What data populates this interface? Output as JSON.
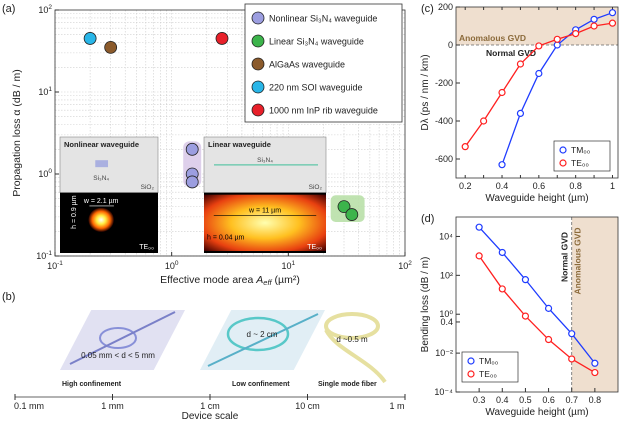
{
  "chart_data": [
    {
      "panel": "(a)",
      "type": "scatter",
      "xlabel": "Effective mode area",
      "xlabel_sym": "A",
      "xlabel_sub": "eff",
      "xlabel_unit": " (µm²)",
      "ylabel": "Propagation loss α (dB / m)",
      "xscale": "log",
      "yscale": "log",
      "xlim": [
        0.1,
        100
      ],
      "ylim": [
        0.1,
        100
      ],
      "xticks": [
        {
          "v": 0.1,
          "b": "10",
          "e": "-1"
        },
        {
          "v": 1,
          "b": "10",
          "e": "0"
        },
        {
          "v": 10,
          "b": "10",
          "e": "1"
        },
        {
          "v": 100,
          "b": "10",
          "e": "2"
        }
      ],
      "yticks": [
        {
          "v": 0.1,
          "b": "10",
          "e": "-1"
        },
        {
          "v": 1,
          "b": "10",
          "e": "0"
        },
        {
          "v": 10,
          "b": "10",
          "e": "1"
        },
        {
          "v": 100,
          "b": "10",
          "e": "2"
        }
      ],
      "series": [
        {
          "name": "Nonlinear Si3N4 waveguide",
          "color": "#9c9ee0",
          "points": [
            [
              1.5,
              2.0
            ],
            [
              1.5,
              1.0
            ],
            [
              1.5,
              0.8
            ]
          ]
        },
        {
          "name": "Linear Si3N4 waveguide",
          "color": "#3cb44b",
          "points": [
            [
              30,
              0.4
            ],
            [
              35,
              0.32
            ]
          ]
        },
        {
          "name": "AlGaAs waveguide",
          "color": "#8b5a2b",
          "points": [
            [
              0.3,
              35
            ]
          ]
        },
        {
          "name": "220 nm SOI waveguide",
          "color": "#29b6e8",
          "points": [
            [
              0.2,
              45
            ]
          ]
        },
        {
          "name": "1000 nm InP rib waveguide",
          "color": "#e8202a",
          "points": [
            [
              2.7,
              45
            ]
          ]
        }
      ],
      "legend_labels": [
        "Nonlinear Si₃N₄ waveguide",
        "Linear Si₃N₄ waveguide",
        "AlGaAs waveguide",
        "220 nm SOI waveguide",
        "1000 nm InP rib waveguide"
      ],
      "legend_loc": "top-right",
      "insets": {
        "nonlinear": {
          "title": "Nonlinear waveguide",
          "core": "Si₃N₄",
          "clad": "SiO₂",
          "w": "w = 2.1 µm",
          "h": "h = 0.9 µm",
          "mode": "TE₀₀"
        },
        "linear": {
          "title": "Linear waveguide",
          "core": "Si₃N₄",
          "clad": "SiO₂",
          "w": "w = 11 µm",
          "h": "h = 0.04 µm",
          "mode": "TE₀₀"
        }
      }
    },
    {
      "panel": "(b)",
      "type": "scale-bar",
      "xlabel": "Device scale",
      "ticks": [
        "0.1 mm",
        "1 mm",
        "1 cm",
        "10 cm",
        "1 m"
      ],
      "items": [
        {
          "caption": "High confinement",
          "size": "0.05 mm < d < 5 mm"
        },
        {
          "caption": "Low confinement",
          "size": "d ~ 2 cm"
        },
        {
          "caption": "Single mode fiber",
          "size": "d ~0.5 m"
        }
      ]
    },
    {
      "panel": "(c)",
      "type": "line",
      "xlabel": "Waveguide height (µm)",
      "ylabel": "Dλ (ps / nm / km)",
      "xlim": [
        0.15,
        1.03
      ],
      "ylim": [
        -700,
        200
      ],
      "xticks": [
        0.2,
        0.3,
        0.4,
        0.5,
        0.6,
        0.7,
        0.8,
        0.9,
        1
      ],
      "xtick_labels": [
        "0.2",
        "0.4",
        "0.6",
        "0.8",
        "1"
      ],
      "yticks": [
        -600,
        -400,
        -200,
        0,
        200
      ],
      "region_top": "Anomalous GVD",
      "region_bottom": "Normal GVD",
      "series": [
        {
          "name": "TM₀₀",
          "color": "#1f3cff",
          "x": [
            0.4,
            0.5,
            0.6,
            0.7,
            0.8,
            0.9,
            1.0
          ],
          "y": [
            -630,
            -360,
            -150,
            0,
            80,
            135,
            170
          ]
        },
        {
          "name": "TE₀₀",
          "color": "#ff2020",
          "x": [
            0.2,
            0.3,
            0.4,
            0.5,
            0.6,
            0.7,
            0.8,
            0.9,
            1.0
          ],
          "y": [
            -535,
            -400,
            -250,
            -100,
            -5,
            30,
            60,
            100,
            115
          ]
        }
      ],
      "legend_loc": "bottom-right"
    },
    {
      "panel": "(d)",
      "type": "line",
      "xlabel": "Waveguide height (µm)",
      "ylabel": "Bending loss (dB / m)",
      "yscale": "log",
      "xlim": [
        0.2,
        0.9
      ],
      "ylim": [
        0.0001,
        100000
      ],
      "xticks": [
        0.3,
        0.4,
        0.5,
        0.6,
        0.7,
        0.8
      ],
      "yticks": [
        {
          "v": 0.0001,
          "t": "10⁻⁴"
        },
        {
          "v": 0.01,
          "t": "10⁻²"
        },
        {
          "v": 1,
          "t": "10⁰"
        },
        {
          "v": 0.4,
          "t": "0.4"
        },
        {
          "v": 100,
          "t": "10²"
        },
        {
          "v": 10000,
          "t": "10⁴"
        }
      ],
      "region_left": "Normal GVD",
      "region_right": "Anomalous GVD",
      "series": [
        {
          "name": "TM₀₀",
          "color": "#1f3cff",
          "x": [
            0.3,
            0.4,
            0.5,
            0.6,
            0.7,
            0.8
          ],
          "y": [
            30000,
            1500,
            60,
            2,
            0.1,
            0.003
          ]
        },
        {
          "name": "TE₀₀",
          "color": "#ff2020",
          "x": [
            0.3,
            0.4,
            0.5,
            0.6,
            0.7,
            0.8
          ],
          "y": [
            1000,
            20,
            0.8,
            0.05,
            0.005,
            0.001
          ]
        }
      ],
      "legend_loc": "bottom-left"
    }
  ]
}
